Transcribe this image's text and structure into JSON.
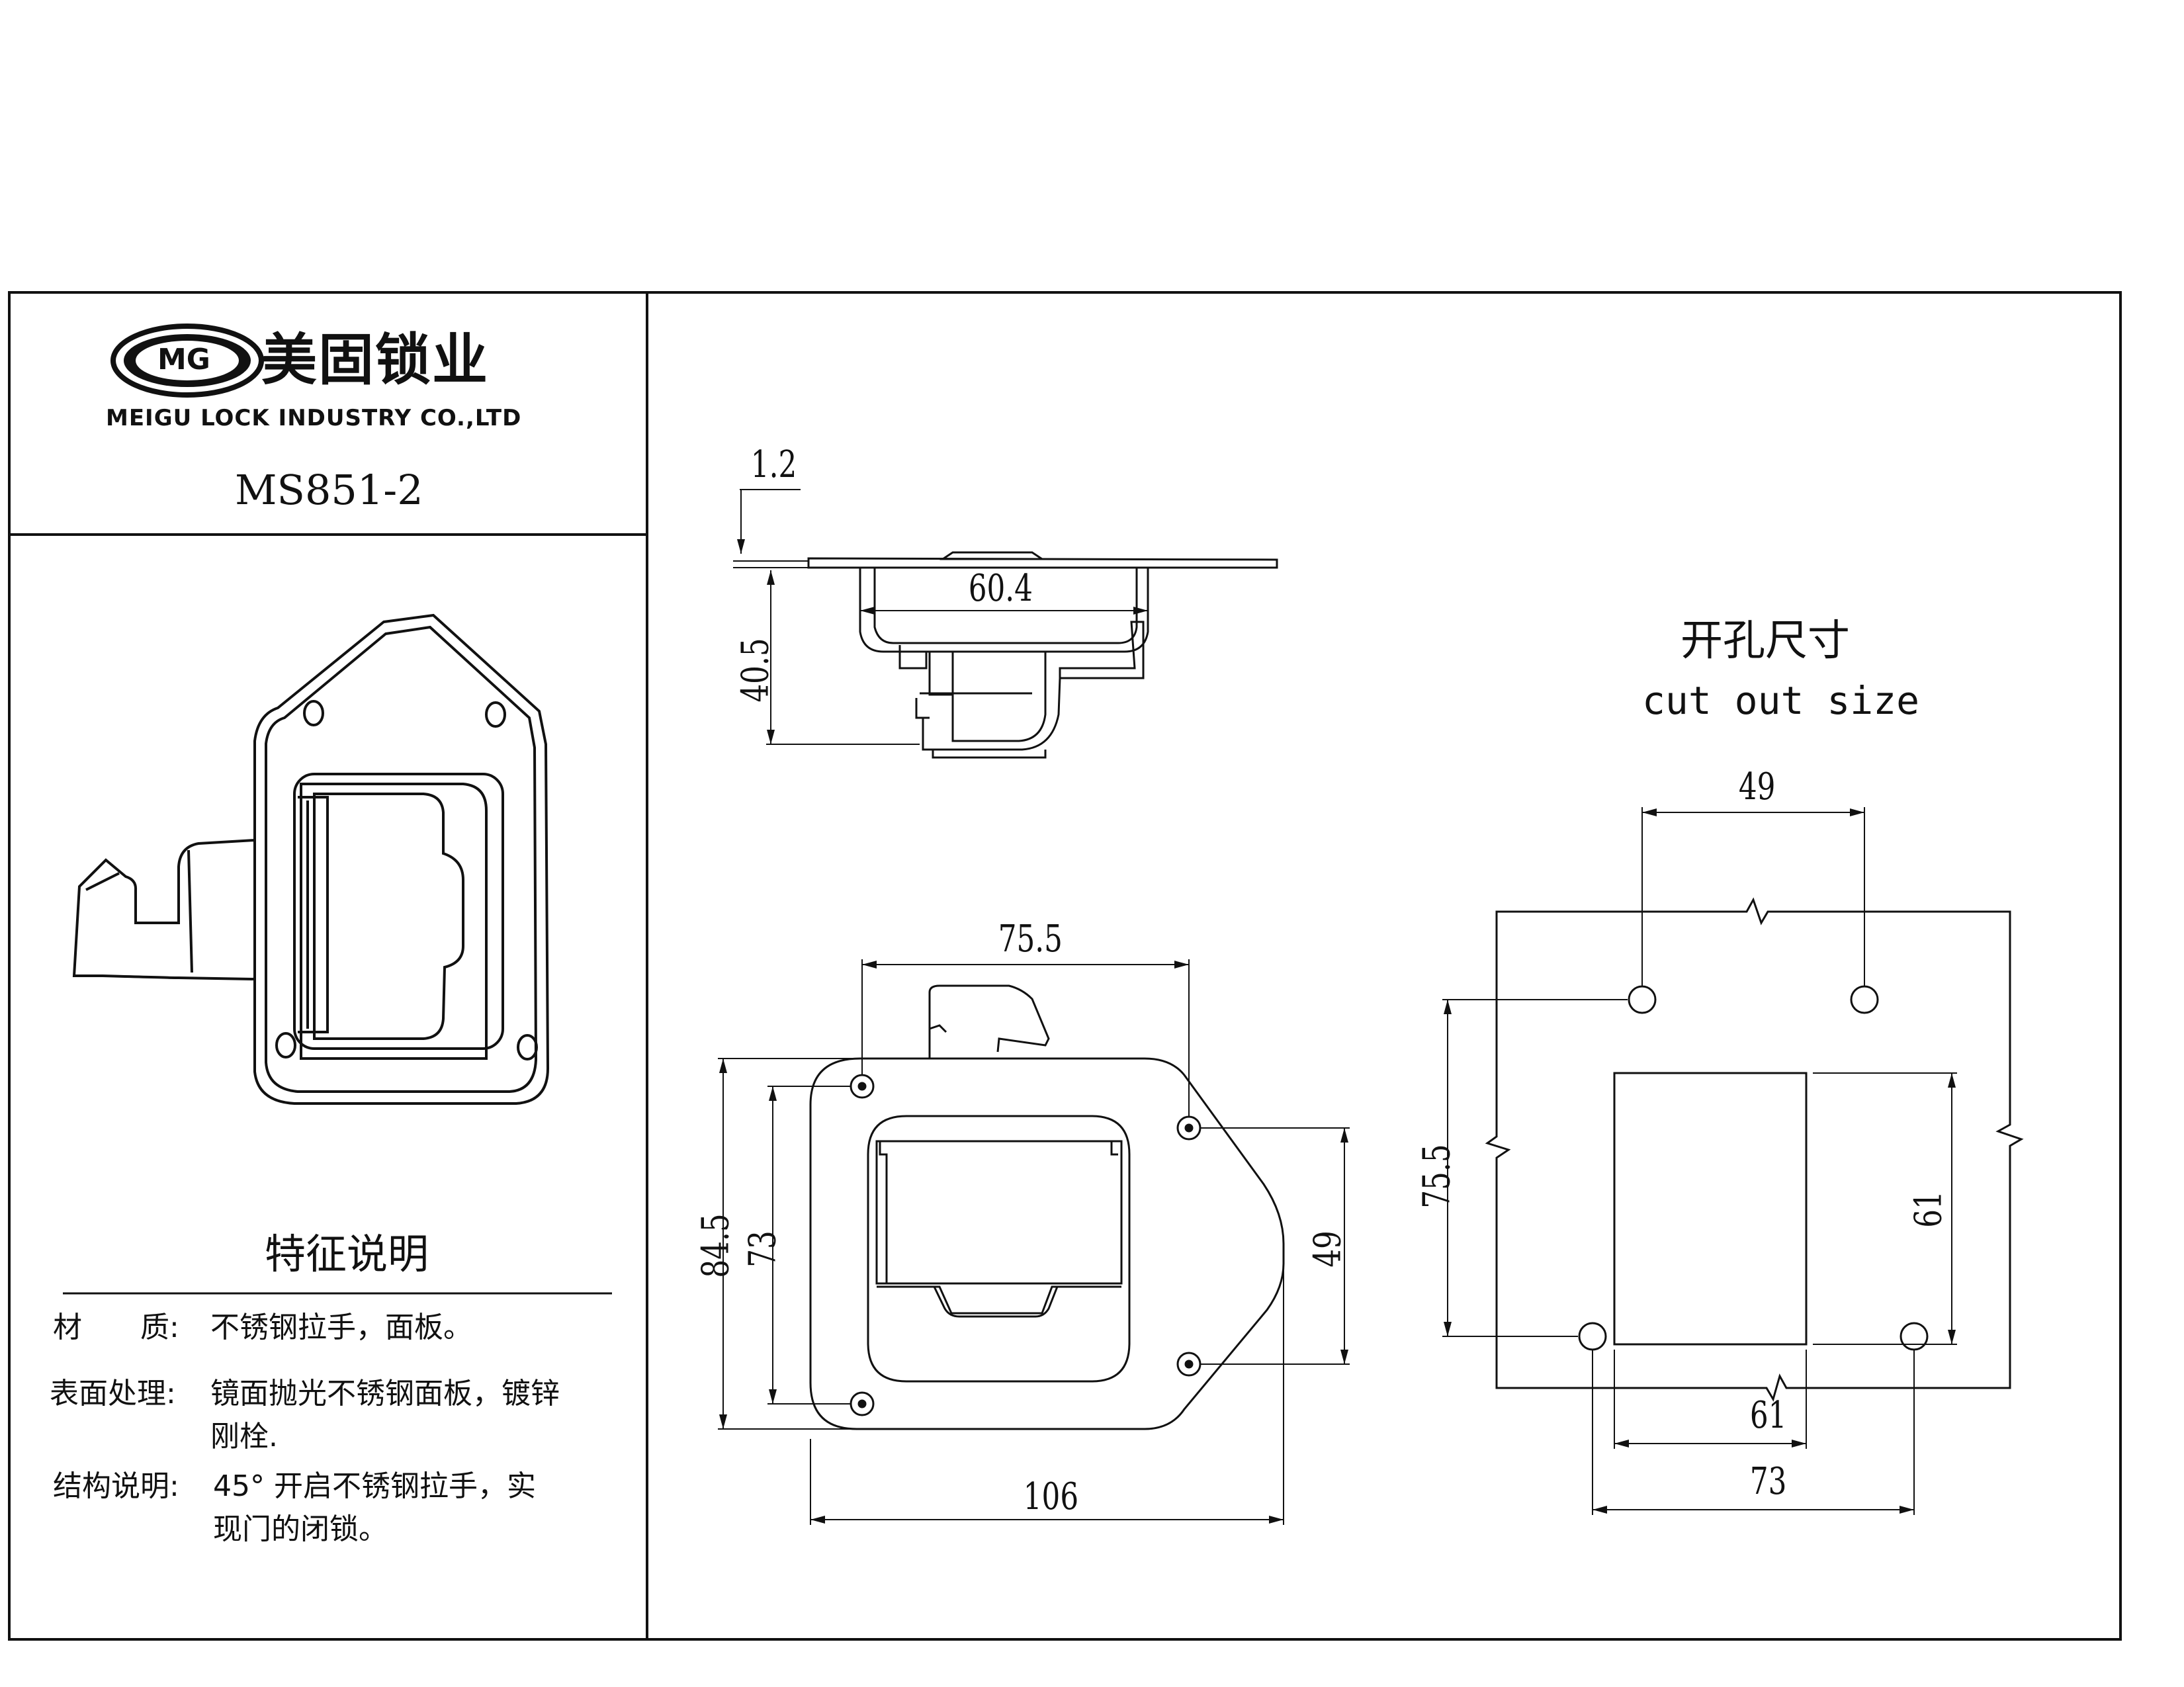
{
  "company": {
    "logo_letters": "MG",
    "name_cn": "美固锁业",
    "name_en": "MEIGU LOCK INDUSTRY CO.,LTD"
  },
  "model": "MS851-2",
  "features": {
    "title": "特征说明",
    "material_label": "材　　质:",
    "material_value": "不锈钢拉手，面板。",
    "surface_label": "表面处理:",
    "surface_value_1": "镜面抛光不锈钢面板，镀锌",
    "surface_value_2": "刚栓.",
    "structure_label": "结构说明:",
    "structure_value_1": "45° 开启不锈钢拉手，实",
    "structure_value_2": "现门的闭锁。"
  },
  "cutout": {
    "title_cn": "开孔尺寸",
    "title_en": "cut out size"
  },
  "dimensions": {
    "side_thickness": "1.2",
    "side_width": "60.4",
    "side_depth": "40.5",
    "front_hole_span": "75.5",
    "front_height": "84.5",
    "front_hole_height": "73",
    "front_right_holes": "49",
    "front_width": "106",
    "cut_top_holes": "49",
    "cut_vertical": "75.5",
    "cut_square_height": "61",
    "cut_square_width": "61",
    "cut_bottom_holes": "73"
  }
}
